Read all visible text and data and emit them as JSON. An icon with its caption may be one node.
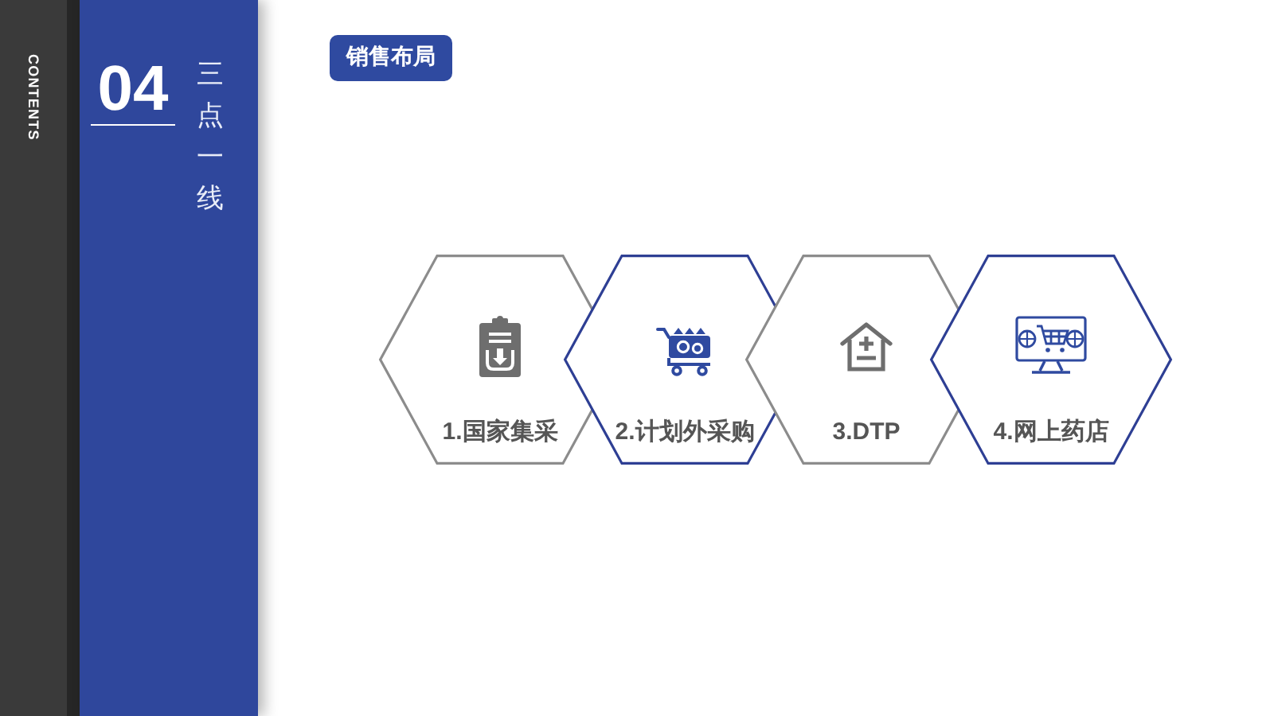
{
  "diagram": {
    "title": "销售布局",
    "nodes": [
      {
        "text": [
          "1.国家集采"
        ]
      },
      {
        "text": [
          "2.计划外采购"
        ]
      },
      {
        "text": [
          "3.DTP"
        ]
      },
      {
        "text": [
          "4.网上药店"
        ]
      }
    ],
    "labels": [
      "CONTENTS",
      "04",
      "三点一线"
    ]
  }
}
